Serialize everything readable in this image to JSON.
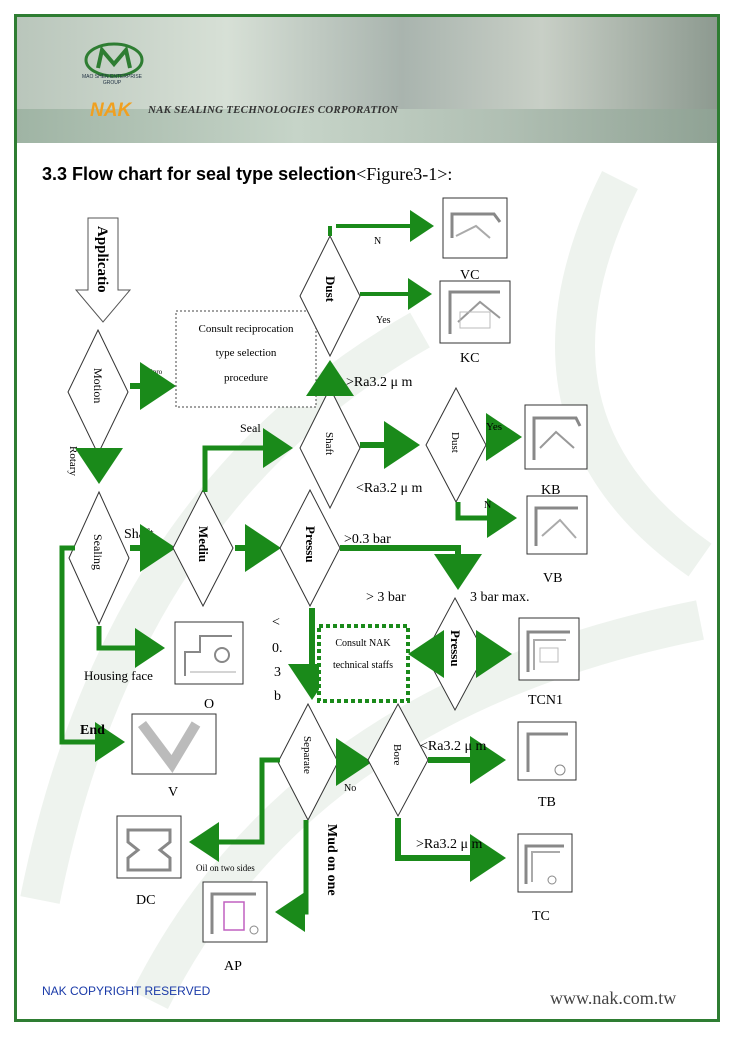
{
  "header": {
    "company_name": "NAK SEALING TECHNOLOGIES CORPORATION",
    "group_name": "MAO SHEN ENTERPRISE GROUP",
    "brand": "NAK"
  },
  "title": {
    "main": "3.3 Flow chart for seal type selection",
    "ref": "<Figure3-1>:"
  },
  "diagram": {
    "application": "Applicatio",
    "motion": "Motion",
    "reciprocating_label": "Recipro",
    "rotary_label": "Rotary",
    "consult_reciprocation": {
      "line1": "Consult reciprocation",
      "line2": "type selection",
      "line3": "procedure"
    },
    "sealing": "Sealing",
    "shaft_label": "Shaft",
    "housing_face": "Housing face",
    "end_label": "End",
    "medium": "Mediu",
    "seal_label": "Seal",
    "shaft_diamond": "Shaft",
    "dust_top": "Dust",
    "n_top": "N",
    "yes_top": "Yes",
    "vc": "VC",
    "kc": "KC",
    "ra_gt_top": ">Ra3.2 μ m",
    "dust_mid": "Dust",
    "yes_mid": "Yes",
    "n_mid": "N",
    "ra_lt_mid": "<Ra3.2 μ m",
    "kb": "KB",
    "vb": "VB",
    "pressure_1": "Pressu",
    "gt_03": ">0.3 bar",
    "lt_03": [
      "<",
      "0.",
      "3",
      "b"
    ],
    "gt_3": "> 3 bar",
    "max_3": "3 bar max.",
    "pressure_2": "Pressu",
    "consult_nak": {
      "line1": "Consult NAK",
      "line2": "technical staffs"
    },
    "tcn1": "TCN1",
    "o_label": "O",
    "v_label": "V",
    "separate": "Separate",
    "no_label": "No",
    "bore": "Bore",
    "ra_lt_bottom": "<Ra3.2 μ m",
    "ra_gt_bottom": ">Ra3.2 μ m",
    "tb": "TB",
    "tc": "TC",
    "oil_two_sides": "Oil on two sides",
    "mud_one": "Mud on one",
    "dc": "DC",
    "ap": "AP"
  },
  "footer": {
    "copyright": "NAK COPYRIGHT RESERVED",
    "website": "www.nak.com.tw"
  }
}
